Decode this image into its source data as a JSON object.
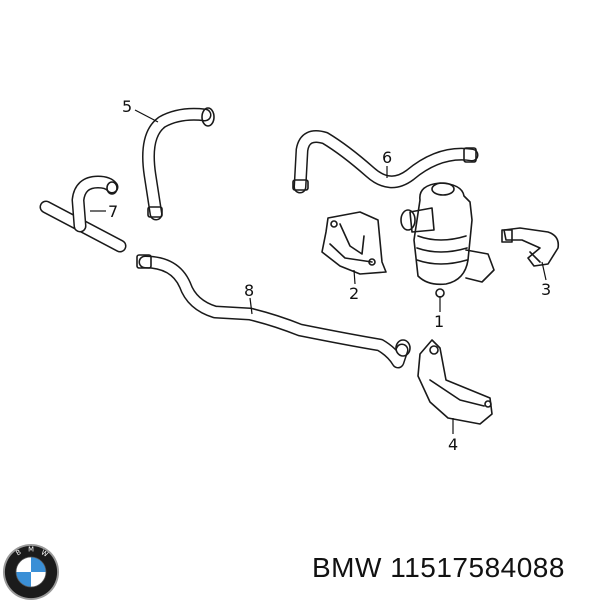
{
  "callouts": {
    "p1": "1",
    "p2": "2",
    "p3": "3",
    "p4": "4",
    "p5": "5",
    "p6": "6",
    "p7": "7",
    "p8": "8"
  },
  "logo": {
    "letters": "BMW",
    "colors": {
      "blue": "#3a8fd6",
      "white": "#ffffff",
      "ring": "#1b1b1b",
      "rim": "#9a9a9a"
    }
  },
  "footer": {
    "brand": "BMW",
    "part_number": "11517584088"
  }
}
